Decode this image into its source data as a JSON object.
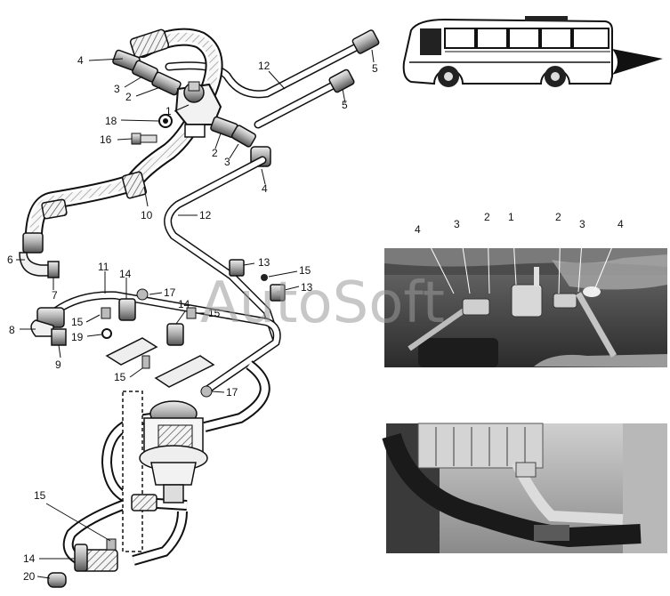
{
  "watermark": "AutoSoft",
  "labels": {
    "l4a": "4",
    "l3a": "3",
    "l2a": "2",
    "l1": "1",
    "l18": "18",
    "l16": "16",
    "l12a": "12",
    "l5a": "5",
    "l5b": "5",
    "l2b": "2",
    "l3b": "3",
    "l4b": "4",
    "l10": "10",
    "l12b": "12",
    "l6": "6",
    "l7": "7",
    "l11": "11",
    "l14a": "14",
    "l17a": "17",
    "l13a": "13",
    "l15a": "15",
    "l13b": "13",
    "l8": "8",
    "l15b": "15",
    "l19": "19",
    "l9": "9",
    "l14b": "14",
    "l15c": "15",
    "l15d": "15",
    "l17b": "17",
    "l15e": "15",
    "l14c": "14",
    "l20": "20"
  },
  "photo_top_labels": {
    "p4a": "4",
    "p3a": "3",
    "p2a": "2",
    "p1": "1",
    "p2b": "2",
    "p3b": "3",
    "p4b": "4"
  }
}
